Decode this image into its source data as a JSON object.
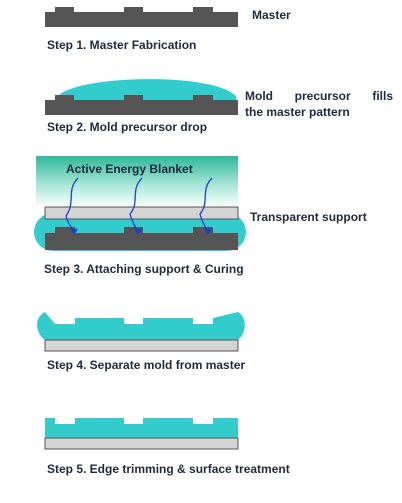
{
  "labels": {
    "master": "Master",
    "transparent_support": "Transparent support",
    "active_energy_blanket": "Active Energy Blanket",
    "mold_note_line1": "Mold precursor fills",
    "mold_note_line2": "the master pattern"
  },
  "steps": [
    "Step 1. Master Fabrication",
    "Step 2. Mold precursor drop",
    "Step 3. Attaching support & Curing",
    "Step 4. Separate mold from master",
    "Step 5. Edge trimming & surface treatment"
  ],
  "colors": {
    "master": "#555555",
    "mold": "#33cccc",
    "support": "#d4d4d4",
    "arrow": "#1e40c8",
    "blanket_top": "#2fb89a"
  }
}
